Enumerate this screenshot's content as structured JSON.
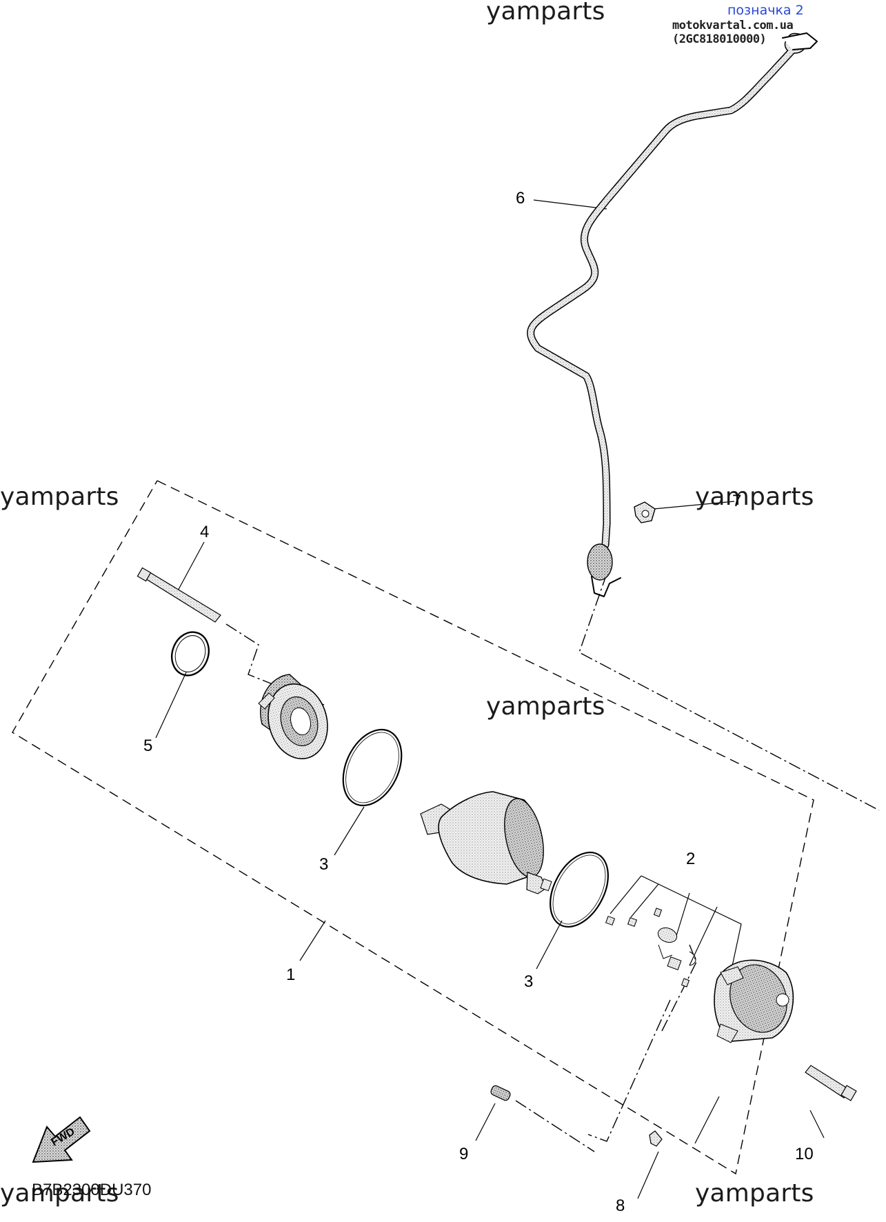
{
  "header": {
    "mark_label": "позначка 2",
    "site_ref": "motokvartal.com.ua (2GC818010000)"
  },
  "watermarks": [
    "yamparts",
    "yamparts",
    "yamparts",
    "yamparts",
    "yamparts",
    "yamparts"
  ],
  "callouts": [
    "1",
    "2",
    "3",
    "3",
    "4",
    "5",
    "6",
    "7",
    "8",
    "9",
    "10"
  ],
  "footer": {
    "direction_label": "FWD",
    "diagram_code": "B7B2300DU370"
  }
}
